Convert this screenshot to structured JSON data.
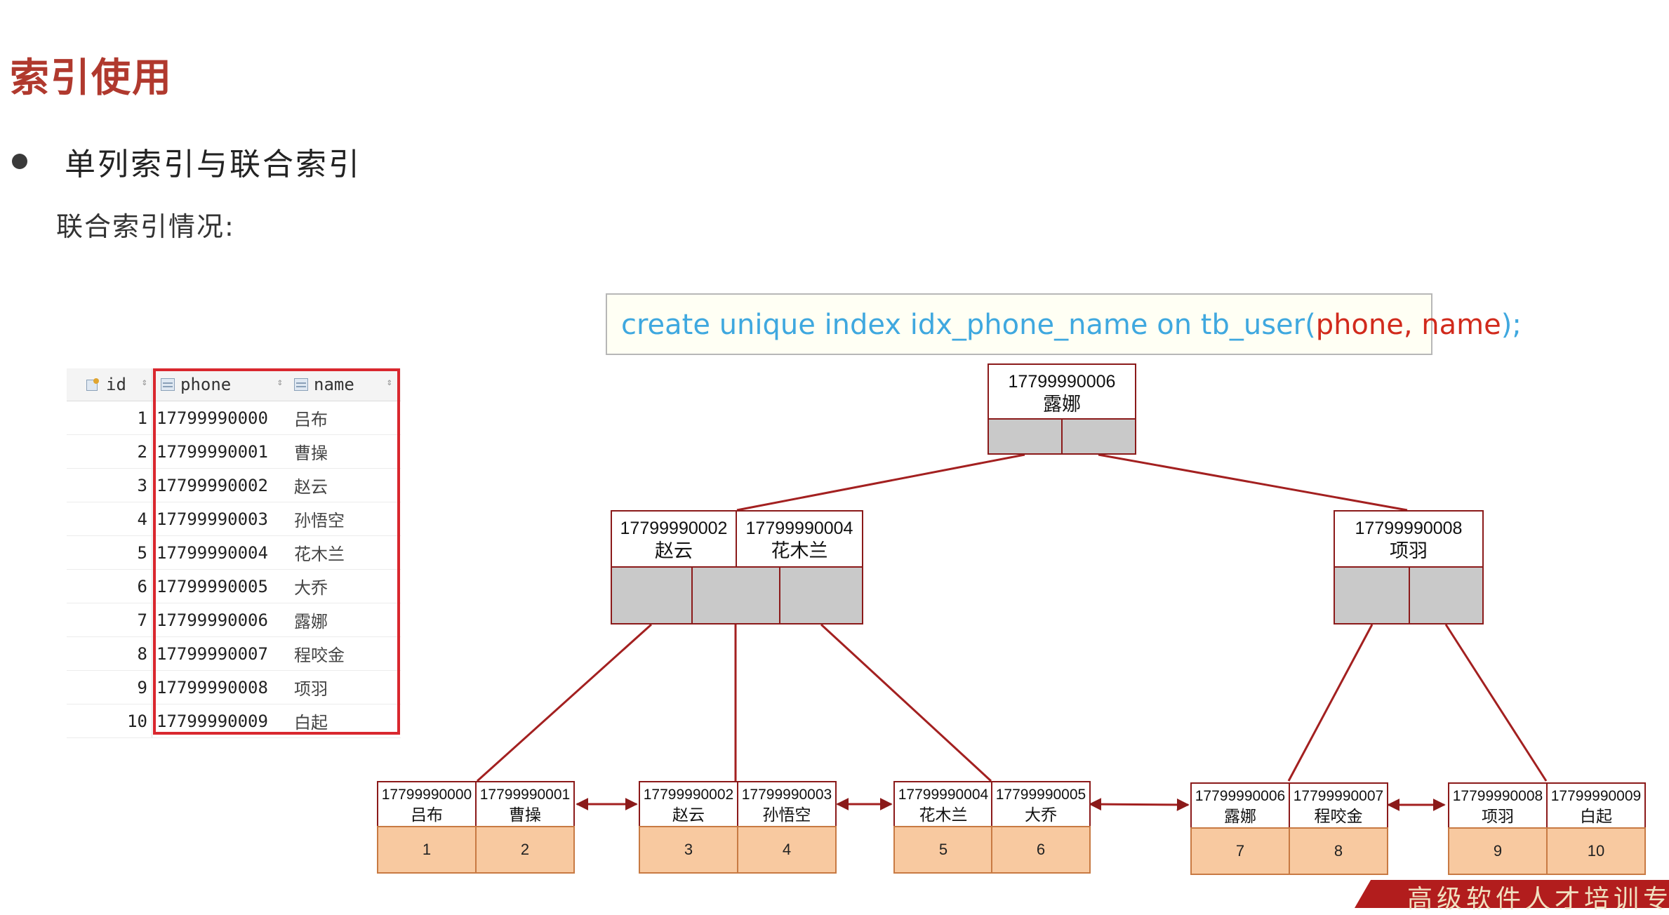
{
  "title": "索引使用",
  "bullet": "单列索引与联合索引",
  "subline": "联合索引情况:",
  "sql": {
    "prefix": "create unique index idx_phone_name on tb_user(",
    "highlight": "phone, name",
    "suffix": ");"
  },
  "table": {
    "headers": [
      "id",
      "phone",
      "name"
    ],
    "rows": [
      [
        "1",
        "17799990000",
        "吕布"
      ],
      [
        "2",
        "17799990001",
        "曹操"
      ],
      [
        "3",
        "17799990002",
        "赵云"
      ],
      [
        "4",
        "17799990003",
        "孙悟空"
      ],
      [
        "5",
        "17799990004",
        "花木兰"
      ],
      [
        "6",
        "17799990005",
        "大乔"
      ],
      [
        "7",
        "17799990006",
        "露娜"
      ],
      [
        "8",
        "17799990007",
        "程咬金"
      ],
      [
        "9",
        "17799990008",
        "项羽"
      ],
      [
        "10",
        "17799990009",
        "白起"
      ]
    ]
  },
  "tree": {
    "root": {
      "phone": "17799990006",
      "name": "露娜"
    },
    "left": [
      {
        "phone": "17799990002",
        "name": "赵云"
      },
      {
        "phone": "17799990004",
        "name": "花木兰"
      }
    ],
    "right": {
      "phone": "17799990008",
      "name": "项羽"
    },
    "leaves": [
      [
        {
          "phone": "17799990000",
          "name": "吕布",
          "id": "1"
        },
        {
          "phone": "17799990001",
          "name": "曹操",
          "id": "2"
        }
      ],
      [
        {
          "phone": "17799990002",
          "name": "赵云",
          "id": "3"
        },
        {
          "phone": "17799990003",
          "name": "孙悟空",
          "id": "4"
        }
      ],
      [
        {
          "phone": "17799990004",
          "name": "花木兰",
          "id": "5"
        },
        {
          "phone": "17799990005",
          "name": "大乔",
          "id": "6"
        }
      ],
      [
        {
          "phone": "17799990006",
          "name": "露娜",
          "id": "7"
        },
        {
          "phone": "17799990007",
          "name": "程咬金",
          "id": "8"
        }
      ],
      [
        {
          "phone": "17799990008",
          "name": "项羽",
          "id": "9"
        },
        {
          "phone": "17799990009",
          "name": "白起",
          "id": "10"
        }
      ]
    ]
  },
  "watermark": "高级软件人才培训专",
  "colors": {
    "title": "#b0392e",
    "sql_text": "#3fa8df",
    "sql_highlight": "#d12a1c",
    "node_border": "#8b1a1a",
    "pointer_fill": "#c9c9c9",
    "leaf_value_fill": "#f8c9a0",
    "table_outline": "#d9272e"
  }
}
